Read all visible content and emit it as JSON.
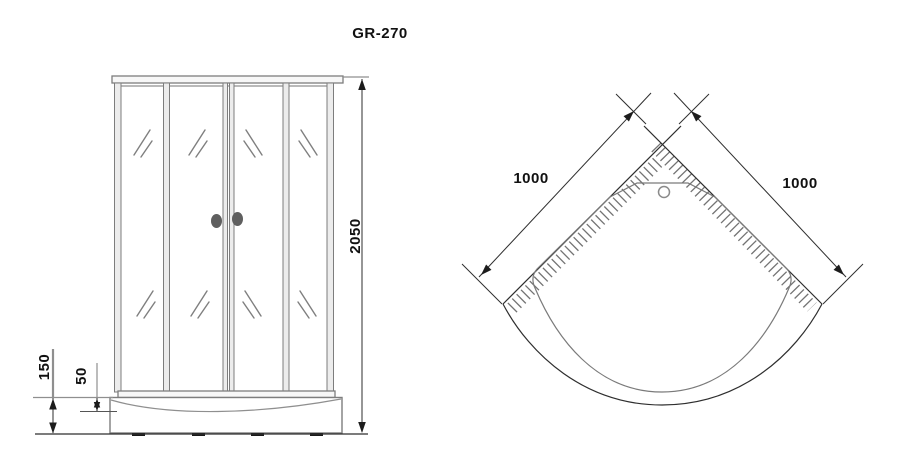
{
  "title": "GR-270",
  "front_view": {
    "height_mm": "2050",
    "tray_height_mm": "150",
    "tray_inner_step_mm": "50"
  },
  "top_view": {
    "left_wall_mm": "1000",
    "right_wall_mm": "1000"
  },
  "colors": {
    "ink": "#2e2e2e",
    "soft": "#8f8f8f",
    "handle": "#5f5f5f",
    "bg": "#ffffff"
  }
}
